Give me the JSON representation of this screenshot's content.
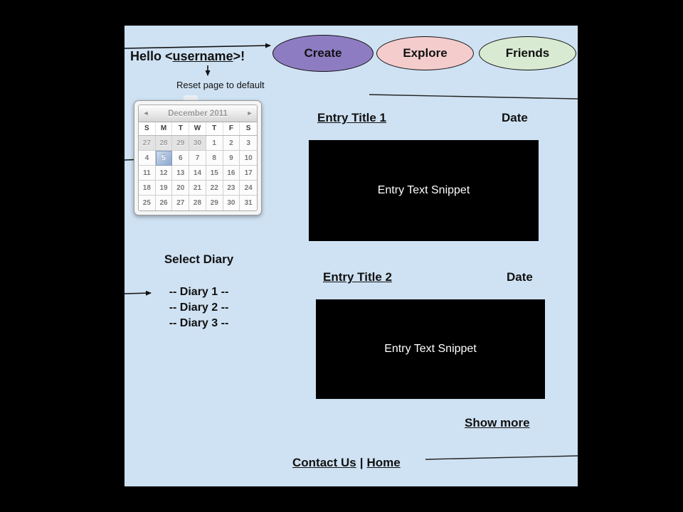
{
  "colors": {
    "frame": "#000000",
    "slide_background": "#CFE2F3",
    "create_fill": "#8E7CC3",
    "explore_fill": "#F4CCCC",
    "friends_fill": "#D9EAD3",
    "entry_box_fill": "#000000",
    "entry_box_text": "#FFFFFF",
    "calendar_selected_fill": "#8DA9CD"
  },
  "greeting": {
    "prefix": "Hello <",
    "username": "username",
    "suffix": ">!"
  },
  "reset_note": "Reset page to default",
  "nav": {
    "items": [
      {
        "label": "Create",
        "color": "#8E7CC3"
      },
      {
        "label": "Explore",
        "color": "#F4CCCC"
      },
      {
        "label": "Friends",
        "color": "#D9EAD3"
      }
    ]
  },
  "calendar": {
    "title": "December 2011",
    "prev_icon": "◄",
    "next_icon": "►",
    "day_headers": [
      "S",
      "M",
      "T",
      "W",
      "T",
      "F",
      "S"
    ],
    "weeks": [
      [
        "27",
        "28",
        "29",
        "30",
        "1",
        "2",
        "3"
      ],
      [
        "4",
        "5",
        "6",
        "7",
        "8",
        "9",
        "10"
      ],
      [
        "11",
        "12",
        "13",
        "14",
        "15",
        "16",
        "17"
      ],
      [
        "18",
        "19",
        "20",
        "21",
        "22",
        "23",
        "24"
      ],
      [
        "25",
        "26",
        "27",
        "28",
        "29",
        "30",
        "31"
      ]
    ],
    "prev_month_days": 4,
    "selected_week": 1,
    "selected_day": "5"
  },
  "diary": {
    "heading": "Select Diary",
    "options": [
      "-- Diary 1 --",
      "-- Diary 2 --",
      "-- Diary 3 --"
    ]
  },
  "entries": [
    {
      "title": "Entry Title 1",
      "date_label": "Date",
      "snippet": "Entry Text Snippet"
    },
    {
      "title": "Entry Title 2",
      "date_label": "Date",
      "snippet": "Entry Text Snippet"
    }
  ],
  "footer": {
    "show_more": "Show more",
    "contact": "Contact Us",
    "separator": "|",
    "home": "Home"
  }
}
